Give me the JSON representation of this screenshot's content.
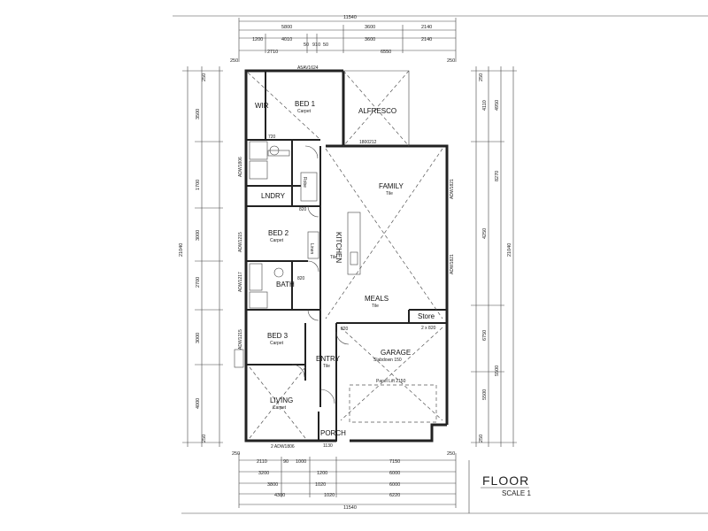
{
  "rooms": {
    "wir": "WIR",
    "bed1": "BED 1",
    "bed1_floor": "Carpet",
    "alfresco": "ALFRESCO",
    "family": "FAMILY",
    "family_floor": "Tile",
    "lndry": "LNDRY",
    "bed2": "BED 2",
    "bed2_floor": "Carpet",
    "kitchen": "KITCHEN",
    "kitchen_floor": "Tile",
    "bath": "BATH",
    "meals": "MEALS",
    "meals_floor": "Tile",
    "store": "Store",
    "bed3": "BED 3",
    "bed3_floor": "Carpet",
    "entry": "ENTRY",
    "entry_floor": "Tile",
    "garage": "GARAGE",
    "garage_floor": "Slabdown 150",
    "living": "LIVING",
    "living_floor": "Carpet",
    "porch": "PORCH",
    "linen": "Linen",
    "robe": "Robe"
  },
  "top_dims": {
    "overall": "11540",
    "row1": [
      "5800",
      "3600",
      "2140"
    ],
    "row2": [
      "1200",
      "4010",
      "3600",
      "2140"
    ],
    "row3": [
      "2710",
      "6550"
    ],
    "edge_left": "250",
    "edge_right": "250",
    "small": [
      "50",
      "910",
      "50"
    ]
  },
  "bottom_dims": {
    "row1": [
      "2110",
      "90",
      "1000",
      "7150"
    ],
    "row2": [
      "3200",
      "1200",
      "6000"
    ],
    "row3": [
      "3800",
      "1020",
      "6000"
    ],
    "row4": [
      "4300",
      "1020",
      "6220"
    ],
    "overall": "11540",
    "edge_left": "250",
    "edge_right": "250"
  },
  "left_dims": {
    "overall": "21040",
    "segments": [
      "3500",
      "1700",
      "3000",
      "2700",
      "3000",
      "4000"
    ],
    "edge_top": "250",
    "edge_bottom": "250"
  },
  "right_dims": {
    "overall": "21040",
    "segments": [
      "4110",
      "4250",
      "6750",
      "5500"
    ],
    "outer": [
      "4950",
      "8270",
      "5500"
    ],
    "edge_top": "250",
    "edge_bottom": "250"
  },
  "window_codes": {
    "top": "A5AV1624",
    "bottom": "2 ADW1806",
    "garage_door": "Panel Lift 2150",
    "left1": "ADW1806",
    "left2": "ADW1215",
    "left3": "ADW1217",
    "left4": "ADW1215",
    "right1": "ADW1821",
    "right2": "ADW1821",
    "alfresco_sill": "1800212"
  },
  "door_sizes": {
    "d1": "720",
    "d2": "820",
    "d3": "820",
    "d4": "820",
    "d5": "2 x 820",
    "d6": "1130"
  },
  "title": "FLOOR",
  "scale": "SCALE 1"
}
